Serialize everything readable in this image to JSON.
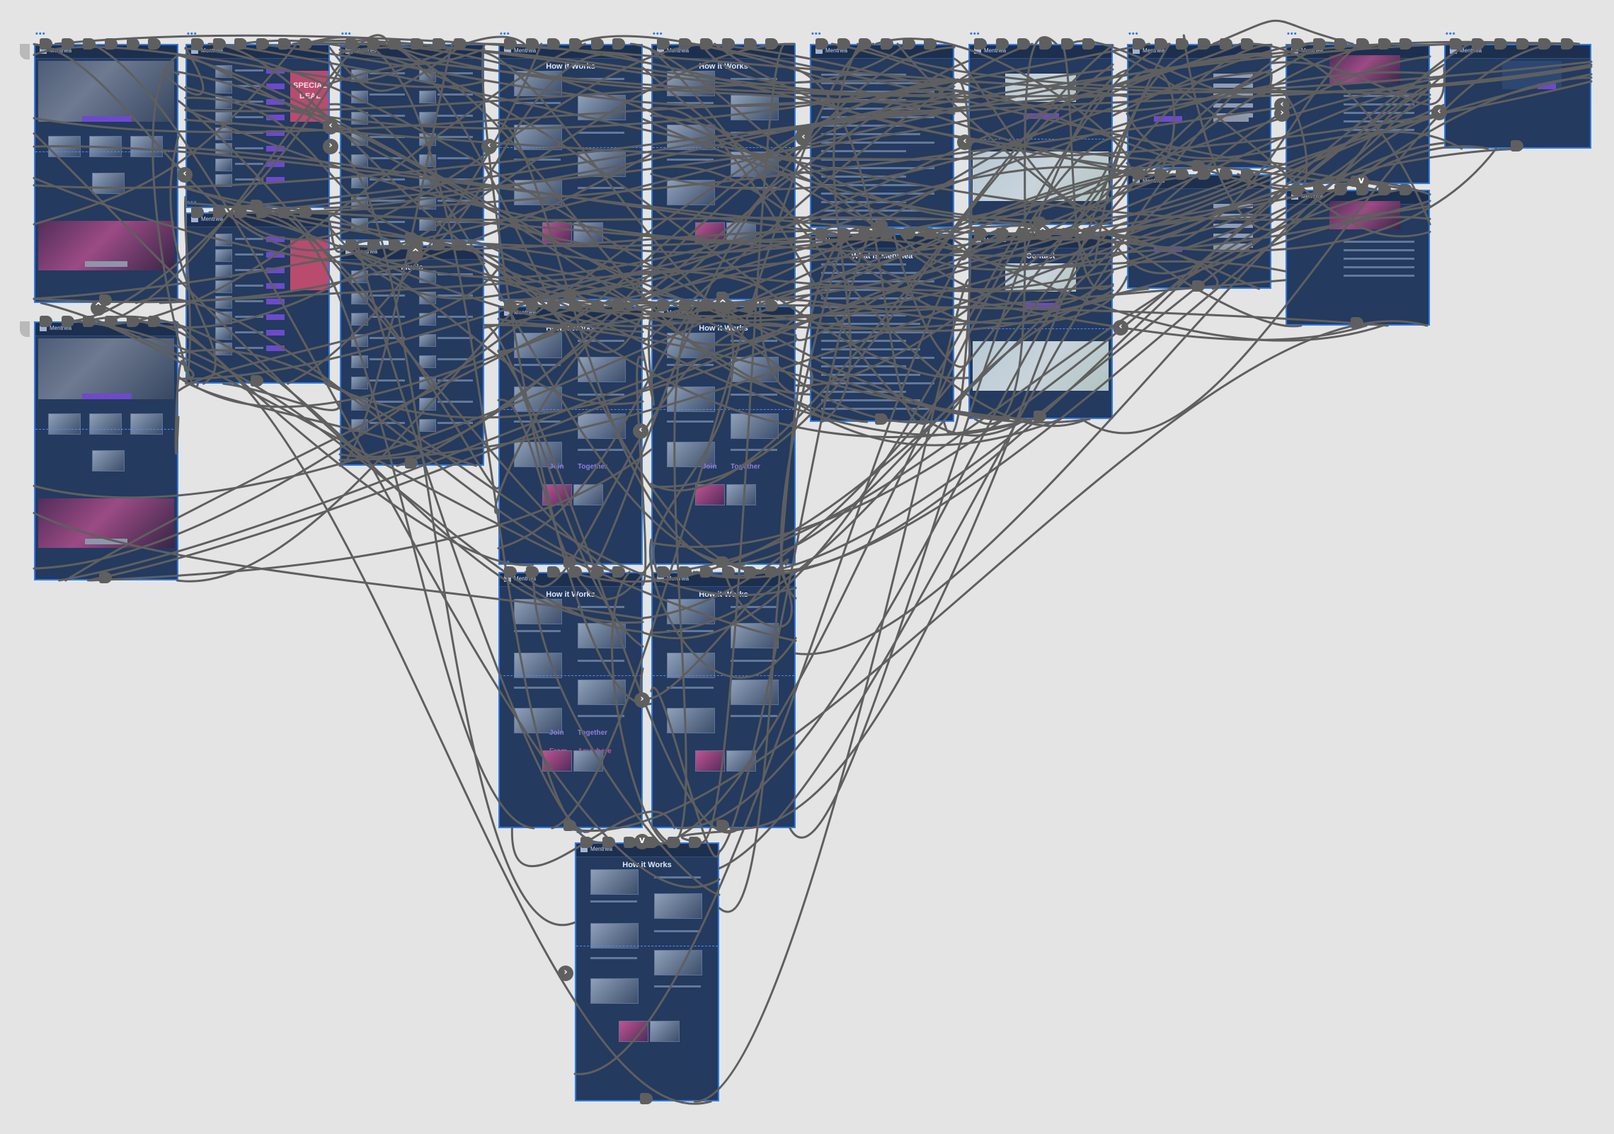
{
  "app": {
    "brand": "Menthea",
    "canvas_color": "#e4e4e4",
    "artboard_color": "#243a5e",
    "selection_color": "#2d7be6",
    "wire_color": "#5f5f5f",
    "accent_purple": "#6d4acb",
    "accent_pink": "#d44f97"
  },
  "artboards": [
    {
      "id": "home-1",
      "title": "",
      "menu": "•••",
      "variant": "home"
    },
    {
      "id": "home-2",
      "title": "",
      "menu": "",
      "variant": "home"
    },
    {
      "id": "deals-1",
      "title": "",
      "menu": "•••",
      "variant": "deals",
      "promo": "SPECIAL DEAL"
    },
    {
      "id": "deals-2",
      "title": "",
      "menu": "•••",
      "variant": "deals",
      "promo": ""
    },
    {
      "id": "music-1",
      "title": "",
      "menu": "•••",
      "variant": "list"
    },
    {
      "id": "music-2",
      "title": "Music",
      "menu": "",
      "variant": "list"
    },
    {
      "id": "how-1",
      "title": "How it Works",
      "menu": "•••",
      "variant": "how"
    },
    {
      "id": "how-2",
      "title": "How it Works",
      "menu": "•••",
      "variant": "how"
    },
    {
      "id": "how-3",
      "title": "How it Works",
      "menu": "",
      "variant": "how",
      "words": [
        "Join",
        "Together"
      ]
    },
    {
      "id": "how-4",
      "title": "How it Works",
      "menu": "",
      "variant": "how",
      "words": [
        "Join",
        "Together"
      ]
    },
    {
      "id": "how-5",
      "title": "How it Works",
      "menu": "•••",
      "variant": "how",
      "words": [
        "Join",
        "Together",
        "From",
        "Anywhere"
      ]
    },
    {
      "id": "how-6",
      "title": "How it Works",
      "menu": "",
      "variant": "how"
    },
    {
      "id": "how-7",
      "title": "How it Works",
      "menu": "•••",
      "variant": "how"
    },
    {
      "id": "faq-1",
      "title": "",
      "menu": "•••",
      "variant": "text"
    },
    {
      "id": "faq-2",
      "title": "What is Menthea",
      "menu": "",
      "variant": "text"
    },
    {
      "id": "contact-1",
      "title": "",
      "menu": "•••",
      "variant": "contact"
    },
    {
      "id": "contact-2",
      "title": "Contact",
      "menu": "",
      "variant": "contact"
    },
    {
      "id": "account-1",
      "title": "",
      "menu": "•••",
      "variant": "form"
    },
    {
      "id": "account-2",
      "title": "",
      "menu": "",
      "variant": "form"
    },
    {
      "id": "profile-1",
      "title": "",
      "menu": "•••",
      "variant": "profile"
    },
    {
      "id": "profile-2",
      "title": "",
      "menu": "",
      "variant": "profile"
    },
    {
      "id": "modal-1",
      "title": "",
      "menu": "•••",
      "variant": "modal"
    }
  ],
  "node_glyphs": {
    "left": "‹",
    "right": "›",
    "up": "^",
    "down": "v"
  }
}
